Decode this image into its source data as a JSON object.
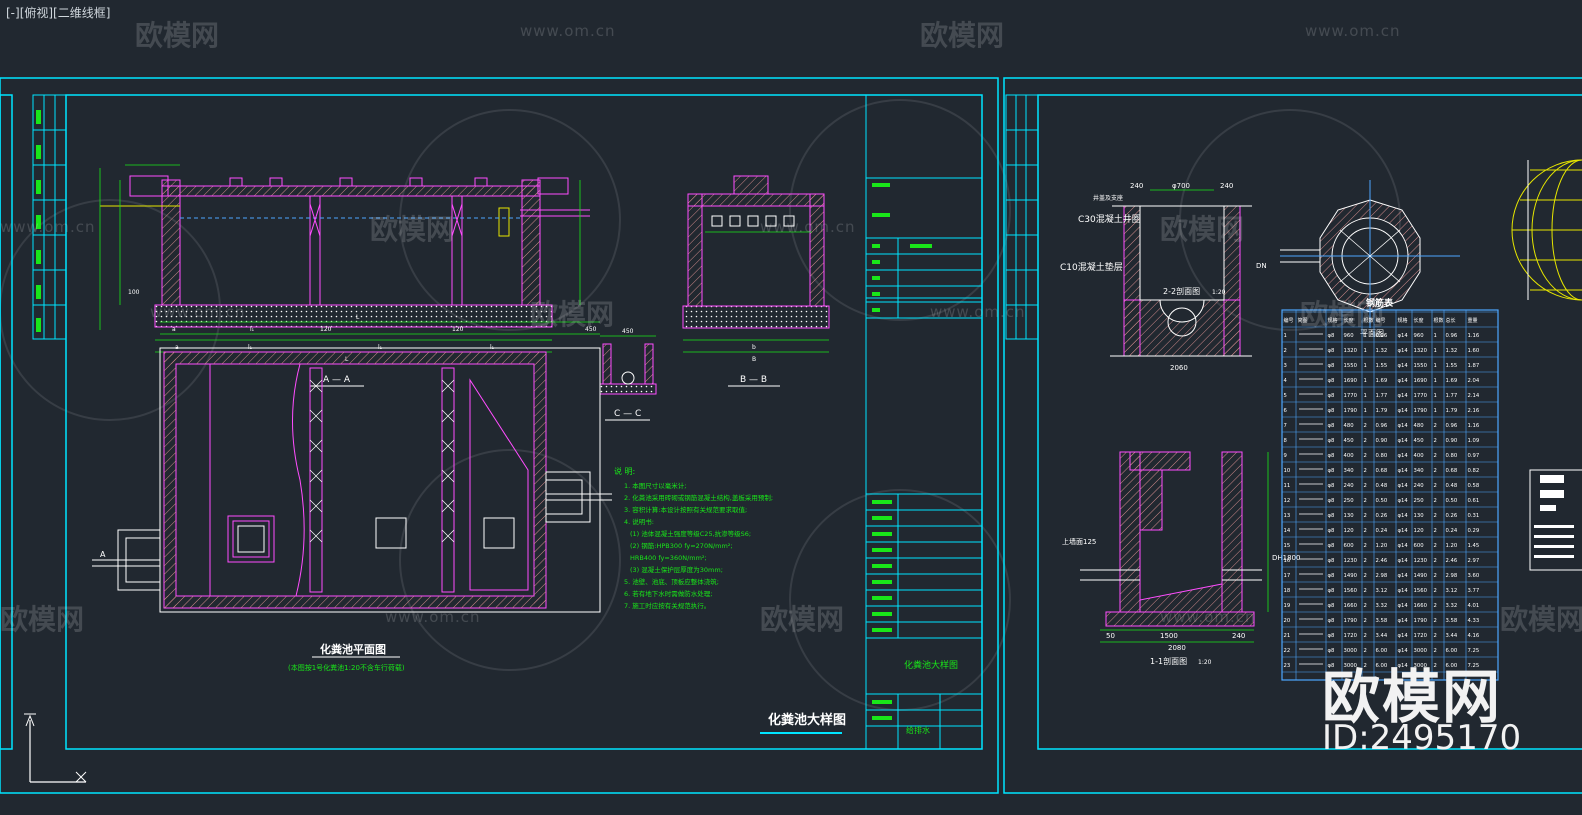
{
  "viewport": {
    "label": "[-][俯视][二维线框]"
  },
  "colors": {
    "background": "#212830",
    "frame": "#00e5ff",
    "structure": "#ff4dff",
    "notes": "#19e619",
    "dims": "#ffffff",
    "hatch": "#d08a8a",
    "rebar_yellow": "#e6e600"
  },
  "watermark": {
    "brand": "欧模网",
    "url": "www.om.cn"
  },
  "stamp": {
    "brand": "欧模网",
    "id": "ID:2495170"
  },
  "left_sheet": {
    "title": "化粪池大样图",
    "section_labels": {
      "aa": "A — A",
      "bb": "B — B",
      "cc": "C — C"
    },
    "plan_title": "化粪池平面图",
    "plan_subtitle": "(本图按1号化粪池1:20不含车行荷载)",
    "plan_marker": "A",
    "dims": {
      "L": "L",
      "l1": "l₁",
      "dim_450": "450",
      "dim_120": "120",
      "dim_100": "100",
      "dim_a": "a",
      "dim_b": "b",
      "dim_B": "B"
    },
    "notes_title": "说 明:",
    "notes": [
      "1. 本图尺寸以毫米计;",
      "2. 化粪池采用砖砌或钢筋混凝土结构,盖板采用预制;",
      "3. 容积计算:本设计按照有关规范要求取值;",
      "4. 说明书:",
      "(1) 池体混凝土强度等级C25,抗渗等级S6;",
      "(2) 钢筋:HPB300 fy=270N/mm²;",
      "    HRB400 fy=360N/mm²;",
      "(3) 混凝土保护层厚度为30mm;",
      "5. 池壁、池底、顶板应整体浇筑;",
      "6. 若有地下水时需做防水处理;",
      "7. 施工时应按有关规范执行。"
    ],
    "tb_title": "化粪池大样图",
    "tb_sheet": "给排水"
  },
  "right_sheet": {
    "sec22": "2-2剖面图",
    "sec11": "1-1剖面图",
    "plan": "平面图",
    "scale": "1:20",
    "labels": {
      "c30": "C30混凝土井圈",
      "c10": "C10混凝土垫层",
      "cover": "井盖及支座",
      "dn": "DN",
      "h1800": "DH1800",
      "d2080": "2080",
      "d1500": "1500",
      "d240": "240",
      "d50": "50",
      "d700": "φ700",
      "d2060": "2060",
      "marker125": "上墙面125"
    },
    "table_title": "钢筋表",
    "table_header": [
      "编号",
      "简图",
      "规格",
      "长度",
      "根数",
      "编号",
      "规格",
      "长度",
      "根数",
      "总长",
      "重量"
    ],
    "table_rows": [
      [
        "1",
        "",
        "φ8",
        "960",
        "1",
        "0.96",
        "φ14",
        "960",
        "1",
        "0.96",
        "1.16"
      ],
      [
        "2",
        "",
        "φ8",
        "1320",
        "1",
        "1.32",
        "φ14",
        "1320",
        "1",
        "1.32",
        "1.60"
      ],
      [
        "3",
        "",
        "φ8",
        "1550",
        "1",
        "1.55",
        "φ14",
        "1550",
        "1",
        "1.55",
        "1.87"
      ],
      [
        "4",
        "",
        "φ8",
        "1690",
        "1",
        "1.69",
        "φ14",
        "1690",
        "1",
        "1.69",
        "2.04"
      ],
      [
        "5",
        "",
        "φ8",
        "1770",
        "1",
        "1.77",
        "φ14",
        "1770",
        "1",
        "1.77",
        "2.14"
      ],
      [
        "6",
        "",
        "φ8",
        "1790",
        "1",
        "1.79",
        "φ14",
        "1790",
        "1",
        "1.79",
        "2.16"
      ],
      [
        "7",
        "",
        "φ8",
        "480",
        "2",
        "0.96",
        "φ14",
        "480",
        "2",
        "0.96",
        "1.16"
      ],
      [
        "8",
        "",
        "φ8",
        "450",
        "2",
        "0.90",
        "φ14",
        "450",
        "2",
        "0.90",
        "1.09"
      ],
      [
        "9",
        "",
        "φ8",
        "400",
        "2",
        "0.80",
        "φ14",
        "400",
        "2",
        "0.80",
        "0.97"
      ],
      [
        "10",
        "",
        "φ8",
        "340",
        "2",
        "0.68",
        "φ14",
        "340",
        "2",
        "0.68",
        "0.82"
      ],
      [
        "11",
        "",
        "φ8",
        "240",
        "2",
        "0.48",
        "φ14",
        "240",
        "2",
        "0.48",
        "0.58"
      ],
      [
        "12",
        "",
        "φ8",
        "250",
        "2",
        "0.50",
        "φ14",
        "250",
        "2",
        "0.50",
        "0.61"
      ],
      [
        "13",
        "",
        "φ8",
        "130",
        "2",
        "0.26",
        "φ14",
        "130",
        "2",
        "0.26",
        "0.31"
      ],
      [
        "14",
        "",
        "φ8",
        "120",
        "2",
        "0.24",
        "φ14",
        "120",
        "2",
        "0.24",
        "0.29"
      ],
      [
        "15",
        "",
        "φ8",
        "600",
        "2",
        "1.20",
        "φ14",
        "600",
        "2",
        "1.20",
        "1.45"
      ],
      [
        "16",
        "",
        "φ8",
        "1230",
        "2",
        "2.46",
        "φ14",
        "1230",
        "2",
        "2.46",
        "2.97"
      ],
      [
        "17",
        "",
        "φ8",
        "1490",
        "2",
        "2.98",
        "φ14",
        "1490",
        "2",
        "2.98",
        "3.60"
      ],
      [
        "18",
        "",
        "φ8",
        "1560",
        "2",
        "3.12",
        "φ14",
        "1560",
        "2",
        "3.12",
        "3.77"
      ],
      [
        "19",
        "",
        "φ8",
        "1660",
        "2",
        "3.32",
        "φ14",
        "1660",
        "2",
        "3.32",
        "4.01"
      ],
      [
        "20",
        "",
        "φ8",
        "1790",
        "2",
        "3.58",
        "φ14",
        "1790",
        "2",
        "3.58",
        "4.33"
      ],
      [
        "21",
        "",
        "φ8",
        "1720",
        "2",
        "3.44",
        "φ14",
        "1720",
        "2",
        "3.44",
        "4.16"
      ],
      [
        "22",
        "",
        "φ8",
        "3000",
        "2",
        "6.00",
        "φ14",
        "3000",
        "2",
        "6.00",
        "7.25"
      ],
      [
        "23",
        "",
        "φ8",
        "3000",
        "2",
        "6.00",
        "φ14",
        "3000",
        "2",
        "6.00",
        "7.25"
      ]
    ]
  }
}
